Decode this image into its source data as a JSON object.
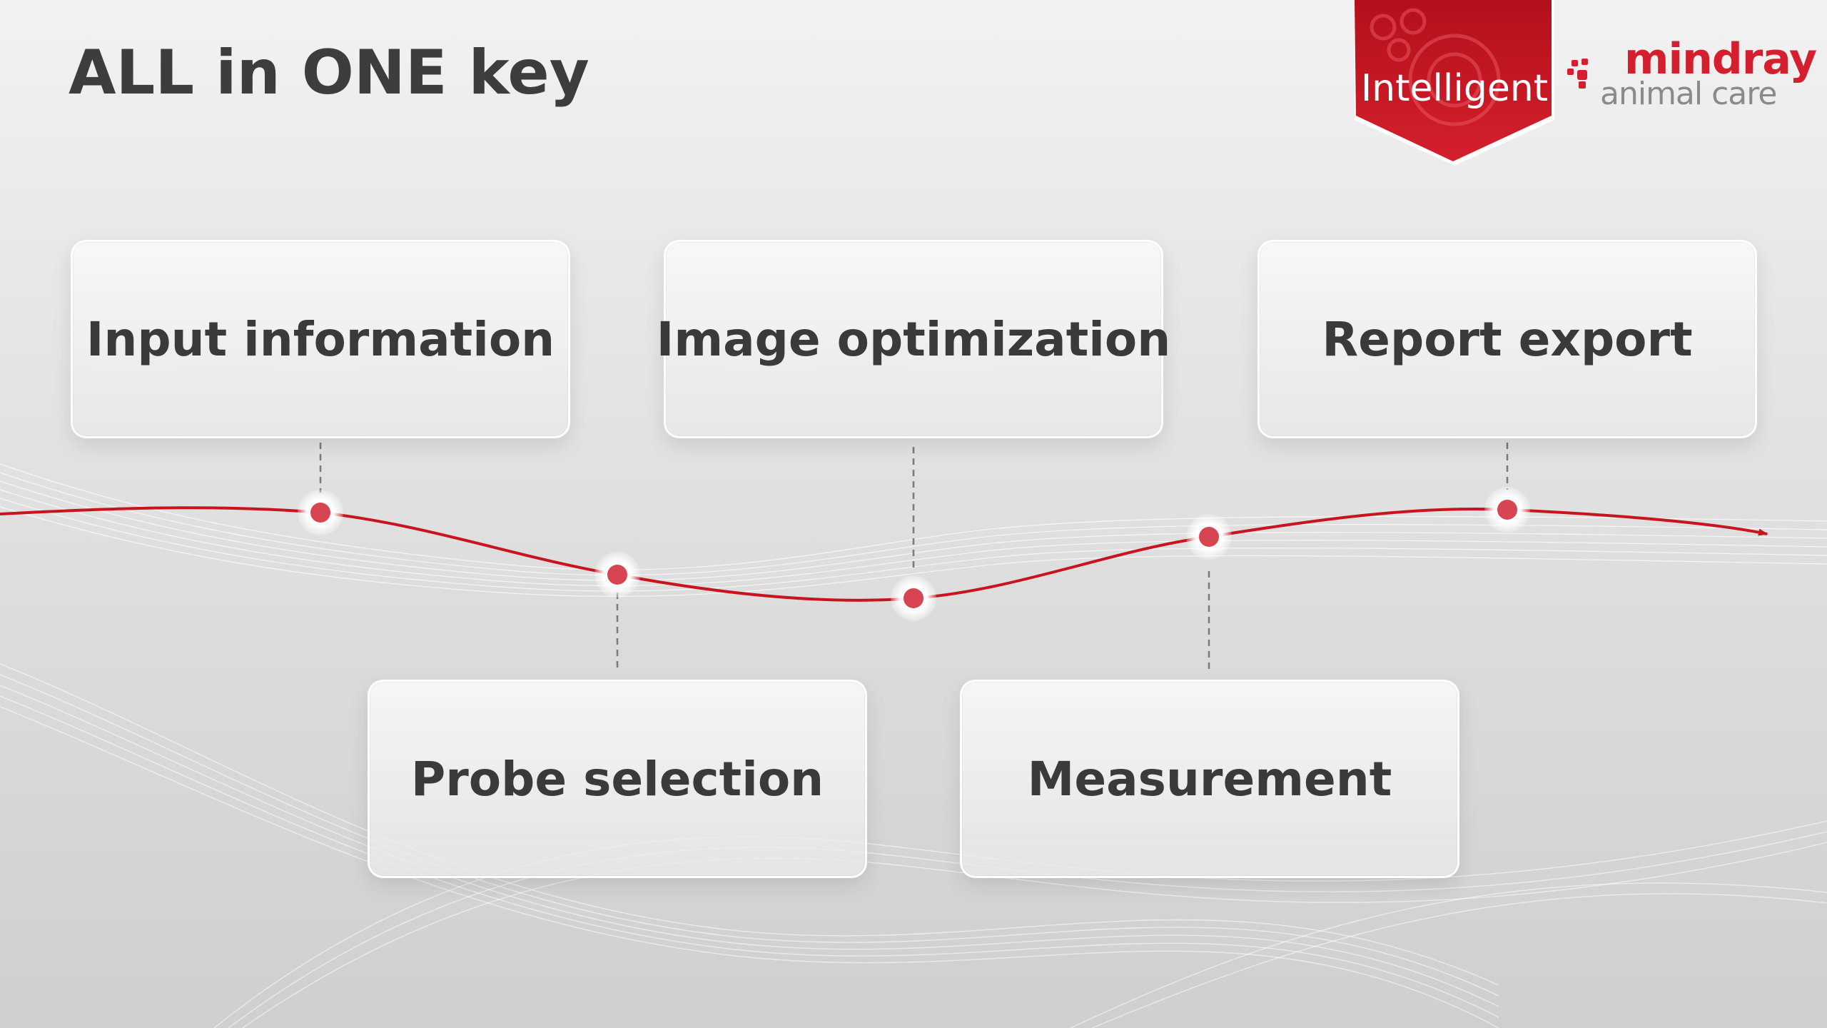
{
  "title": "ALL in ONE key",
  "badge": {
    "label": "Intelligent",
    "color": "#c8141f"
  },
  "brand": {
    "name": "mindray",
    "sub": "animal care",
    "color": "#d31f2e"
  },
  "steps": [
    {
      "label": "Input information"
    },
    {
      "label": "Probe selection"
    },
    {
      "label": "Image optimization"
    },
    {
      "label": "Measurement"
    },
    {
      "label": "Report export"
    }
  ],
  "accent": "#c8141f"
}
